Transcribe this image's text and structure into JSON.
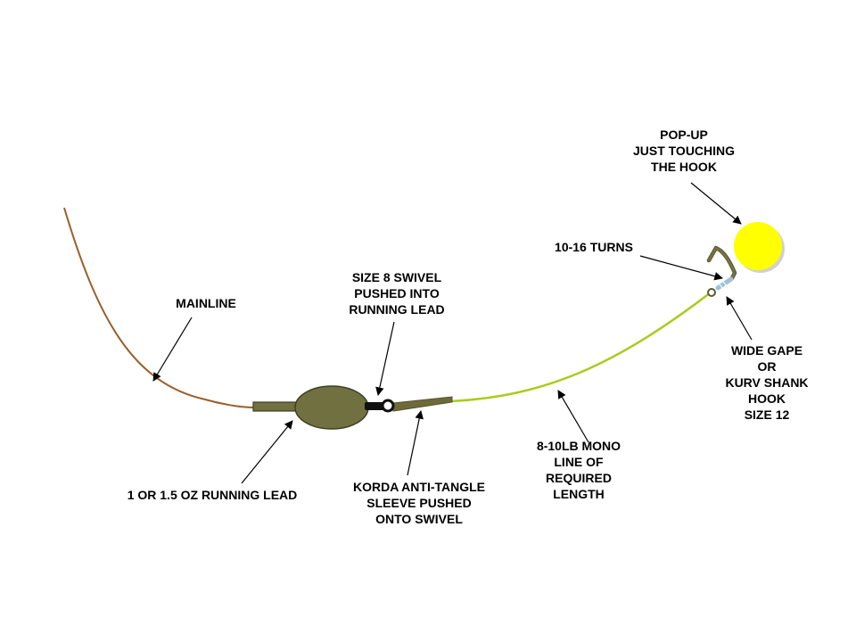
{
  "colors": {
    "mainline": "#9A5F2C",
    "hooklink": "#A8CC1E",
    "lead": "#707040",
    "lead_outline": "#3F3F26",
    "sleeve": "#6E6A3A",
    "swivel": "#111111",
    "popup": "#FFFF00",
    "hook": "#6E6A3A",
    "wraps": "#9FC1DA",
    "arrow": "#000000",
    "text": "#000000"
  },
  "labels": {
    "popup": [
      "POP-UP",
      "JUST TOUCHING",
      "THE HOOK"
    ],
    "turns": [
      "10-16 TURNS"
    ],
    "mainline": [
      "MAINLINE"
    ],
    "swivel": [
      "SIZE 8 SWIVEL",
      "PUSHED INTO",
      "RUNNING LEAD"
    ],
    "hook": [
      "WIDE GAPE",
      "OR",
      "KURV SHANK",
      "HOOK",
      "SIZE 12"
    ],
    "mono": [
      "8-10LB MONO",
      "LINE OF",
      "REQUIRED",
      "LENGTH"
    ],
    "lead": [
      "1 OR 1.5 OZ RUNNING LEAD"
    ],
    "sleeve": [
      "KORDA ANTI-TANGLE",
      "SLEEVE PUSHED",
      "ONTO SWIVEL"
    ]
  }
}
